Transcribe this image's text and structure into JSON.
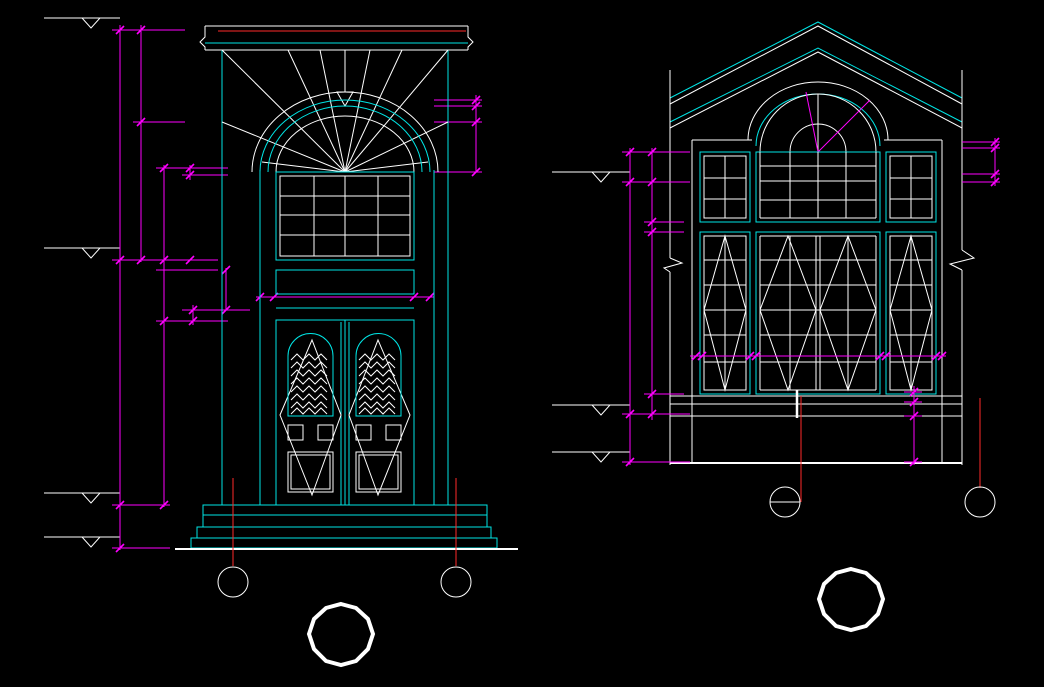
{
  "drawing": {
    "background": "#000000",
    "colors": {
      "outline": "#ffffff",
      "frame": "#00e5e5",
      "dimension": "#ff00ff",
      "axis": "#ff2a2a"
    }
  },
  "left_elevation": {
    "level_markers": 4,
    "axis_bubbles": 2,
    "door_leaves": 2,
    "fanlight_rays": 9
  },
  "right_elevation": {
    "level_markers": 3,
    "axis_bubbles": 2,
    "window_bays": 3
  },
  "title_circles": 2
}
